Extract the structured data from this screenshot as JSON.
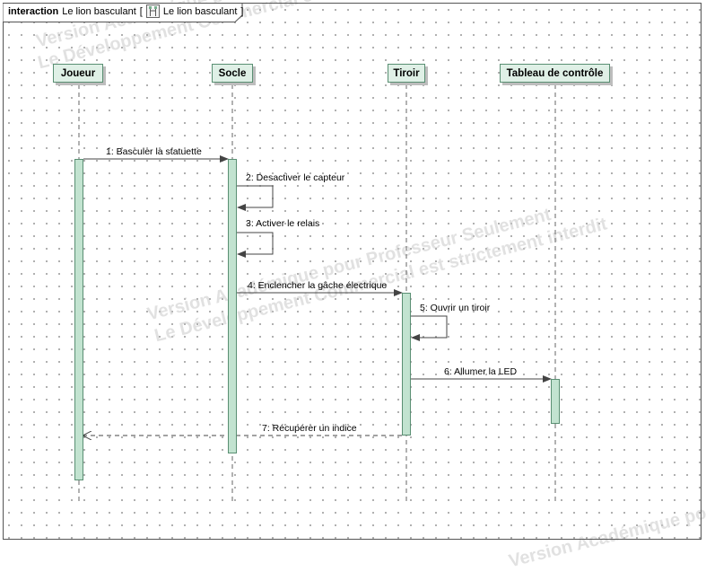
{
  "frame": {
    "keyword": "interaction",
    "name": "Le lion basculant",
    "ref_open": "[",
    "ref_name": "Le lion basculant",
    "ref_close": "]"
  },
  "lifelines": [
    {
      "id": "joueur",
      "label": "Joueur"
    },
    {
      "id": "socle",
      "label": "Socle"
    },
    {
      "id": "tiroir",
      "label": "Tiroir"
    },
    {
      "id": "tableau",
      "label": "Tableau de contrôle"
    }
  ],
  "messages": [
    {
      "label": "1: Basculer la statuette",
      "from": "joueur",
      "to": "socle",
      "kind": "sync"
    },
    {
      "label": "2: Desactiver le capteur",
      "from": "socle",
      "to": "socle",
      "kind": "self"
    },
    {
      "label": "3: Activer le relais",
      "from": "socle",
      "to": "socle",
      "kind": "self"
    },
    {
      "label": "4: Enclencher la gâche électrique",
      "from": "socle",
      "to": "tiroir",
      "kind": "sync"
    },
    {
      "label": "5: Ouvrir un tiroir",
      "from": "tiroir",
      "to": "tiroir",
      "kind": "self"
    },
    {
      "label": "6: Allumer la LED",
      "from": "tiroir",
      "to": "tableau",
      "kind": "sync"
    },
    {
      "label": "7: Récupérer un indice",
      "from": "tiroir",
      "to": "joueur",
      "kind": "return"
    }
  ],
  "watermark": {
    "line1": "Version Académique pour Professeur Seulement",
    "line2": "Le Développement Commercial est strictement interdit"
  },
  "colors": {
    "lifeline_fill": "#dff0e6",
    "lifeline_border": "#5a8f73",
    "activation_fill": "#c2e3d0",
    "arrow": "#444444"
  }
}
